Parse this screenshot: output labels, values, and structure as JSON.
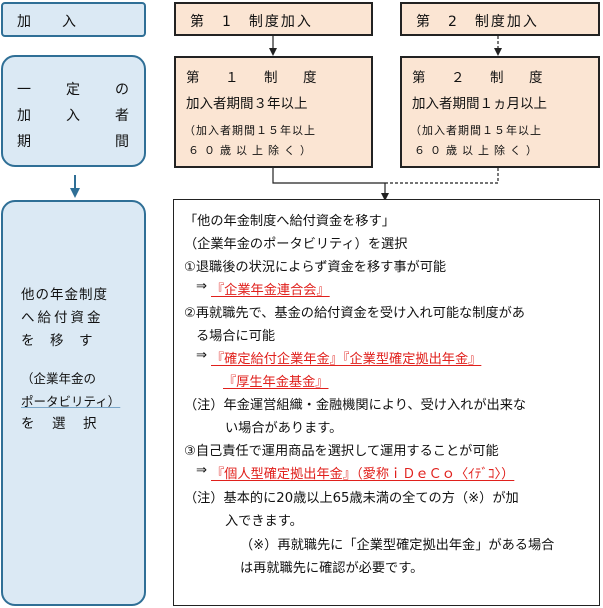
{
  "side": {
    "enroll": "加　　入",
    "period": [
      "一",
      "定",
      "の",
      "加",
      "入",
      "者",
      "期",
      "間"
    ],
    "transfer_lines": [
      "他の年金制度",
      "へ給付資金",
      "を　移　す",
      "（企業年金の",
      "ポータビリティ）",
      "を　選　択"
    ]
  },
  "plan1": {
    "header": "第　1　制度加入",
    "title": "第　１　制　度",
    "period": "加入者期間３年以上",
    "note_line1": "（加入者期間１５年以上",
    "note_line2": "６０歳以上除く）"
  },
  "plan2": {
    "header": "第　2　制度加入",
    "title": "第　２　制　度",
    "period": "加入者期間１ヵ月以上",
    "note_line1": "（加入者期間１５年以上",
    "note_line2": "６０歳以上除く）"
  },
  "main": {
    "heading": "「他の年金制度へ給付資金を移す」",
    "subheading": "（企業年金のポータビリティ）を選択",
    "item1": "①退職後の状況によらず資金を移す事が可能",
    "item1_arrow": "⇒",
    "item1_target": "『企業年金連合会』",
    "item2_line1": "②再就職先で、基金の給付資金を受け入れ可能な制度があ",
    "item2_line2": "る場合に可能",
    "item2_arrow": "⇒",
    "item2_targets_line1": "『確定給付企業年金』『企業型確定拠出年金』",
    "item2_targets_line2": "『厚生年金基金』",
    "note2_line1": "（注）年金運営組織・金融機関により、受け入れが出来な",
    "note2_line2": "い場合があります。",
    "item3": "③自己責任で運用商品を選択して運用することが可能",
    "item3_arrow": "⇒",
    "item3_target": "『個人型確定拠出年金』（愛称ｉＤｅＣｏ〈ｲﾃﾞｺ〉）",
    "note3_line1": "（注）基本的に20歳以上65歳未満の全ての方（※）が加",
    "note3_line2": "入できます。",
    "note3_line3": "（※）再就職先に「企業型確定拠出年金」がある場合",
    "note3_line4": "は再就職先に確認が必要です。"
  },
  "colors": {
    "side_fill": "#dbe9f4",
    "side_border": "#2f6f96",
    "plan_fill": "#fbe5d3",
    "highlight_text": "#e0201c"
  }
}
